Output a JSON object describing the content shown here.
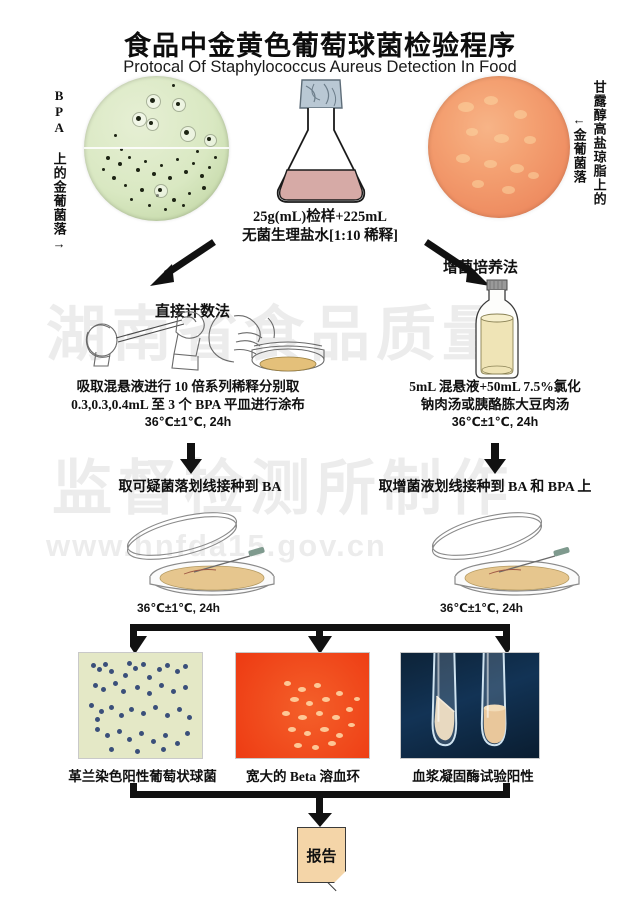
{
  "title": {
    "cn": "食品中金黄色葡萄球菌检验程序",
    "en": "Protocal Of Staphylococcus Aureus Detection In Food"
  },
  "side_labels": {
    "left": "BPA 上的金葡菌落→",
    "right_line1": "甘露醇高盐琼脂上的",
    "right_line2": "←金葡菌落"
  },
  "sample": {
    "line1": "25g(mL)检样+225mL",
    "line2": "无菌生理盐水[1:10 稀释]"
  },
  "methods": {
    "left": "直接计数法",
    "right": "增菌培养法"
  },
  "direct_count": {
    "line1": "吸取混悬液进行 10 倍系列稀释分别取",
    "line2": "0.3,0.3,0.4mL 至 3 个 BPA 平皿进行涂布",
    "line3": "36℃±1℃, 24h"
  },
  "enrichment": {
    "line1": "5mL 混悬液+50mL 7.5%氯化",
    "line2": "钠肉汤或胰酪胨大豆肉汤",
    "line3": "36℃±1℃, 24h"
  },
  "streak": {
    "left": "取可疑菌落划线接种到 BA",
    "right": "取增菌液划线接种到 BA 和 BPA 上"
  },
  "incubation": {
    "left": "36℃±1℃, 24h",
    "right": "36℃±1℃, 24h"
  },
  "results": [
    {
      "caption": "革兰染色阳性葡萄状球菌",
      "image": "gram-stain-micrograph"
    },
    {
      "caption": "宽大的 Beta 溶血环",
      "image": "blood-agar-hemolysis-plate"
    },
    {
      "caption": "血浆凝固酶试验阳性",
      "image": "coagulase-test-tubes"
    }
  ],
  "report": {
    "label": "报告"
  },
  "watermark": {
    "line1": "湖南省食品质量",
    "line2": "监督检测所制作",
    "line3": "www.hnfda15.gov.cn"
  },
  "colors": {
    "bpa_agar": "#d9e8c2",
    "msa_agar": "#ef8f63",
    "blood_agar": "#ee3d14",
    "gram_slide": "#e4e8c6",
    "tube_background": "#123355",
    "report_box": "#f4d5a8",
    "arrow": "#111111"
  },
  "icons": {
    "flask": "erlenmeyer-flask-icon",
    "bottle": "broth-bottle-icon",
    "dish": "open-petri-dish-icon",
    "pipette": "hand-pipetting-illustration",
    "spreader": "hand-spreading-illustration"
  }
}
